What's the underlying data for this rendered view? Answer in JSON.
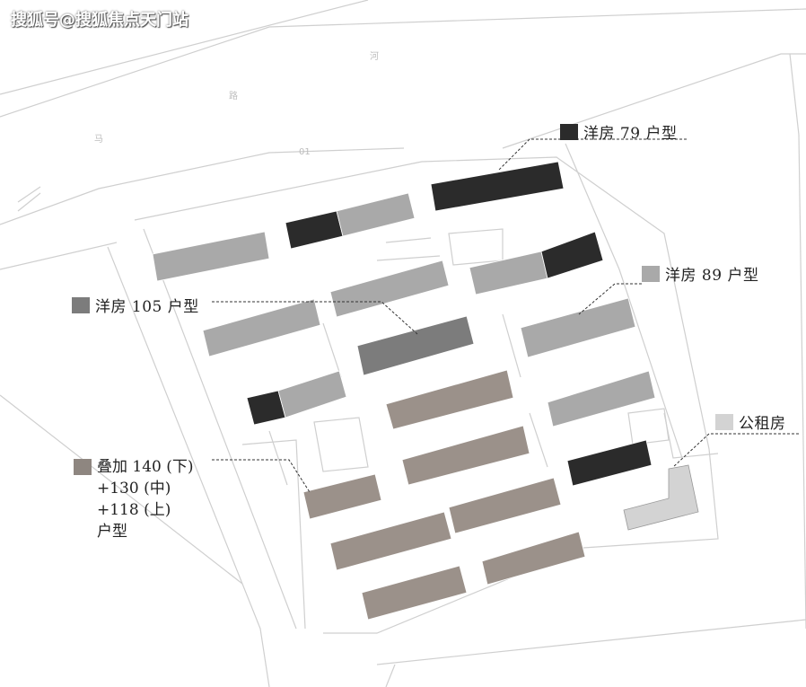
{
  "watermark": "搜狐号@搜狐焦点天门站",
  "legend": {
    "yangfang79": {
      "label": "洋房 79 户型",
      "color": "#2b2b2b"
    },
    "yangfang89": {
      "label": "洋房 89 户型",
      "color": "#a9a9a9"
    },
    "yangfang105": {
      "label": "洋房 105 户型",
      "color": "#7c7c7c"
    },
    "gongzufang": {
      "label": "公租房",
      "color": "#d3d3d3"
    },
    "diejia": {
      "line1": "叠加 140 (下)",
      "line2": "+130 (中)",
      "line3": "+118 (上)",
      "line4": "户型",
      "color": "#8e8680"
    }
  },
  "colors": {
    "type79": "#2b2b2b",
    "type89": "#a9a9a9",
    "type105": "#7c7c7c",
    "stacked": "#9b918a",
    "rental": "#d3d3d3",
    "roadline": "#cfcfcf"
  },
  "map_text": {
    "road_a": "马",
    "road_b": "路",
    "road_c": "河",
    "road_num": "01"
  }
}
